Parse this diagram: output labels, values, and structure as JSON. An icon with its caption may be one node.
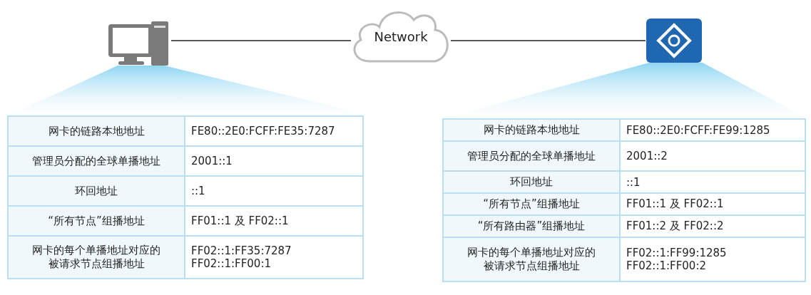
{
  "diagram": {
    "nodes": [
      {
        "text": [],
        "shape": "computer"
      },
      {
        "text": [
          "Network"
        ]
      },
      {
        "text": [],
        "shape": "router"
      },
      {
        "text": [],
        "shape": "beam"
      },
      {
        "text": [],
        "shape": "beam"
      }
    ],
    "edges": [
      {
        "from": 0,
        "to": 1,
        "arrow": "none"
      },
      {
        "from": 1,
        "to": 2,
        "arrow": "none"
      }
    ],
    "labels": [
      "网卡的链路本地地址",
      "FE80::2E0:FCFF:FE35:7287",
      "管理员分配的全球单播地址",
      "2001::1",
      "环回地址",
      "::1",
      "“所有节点”组播地址",
      "FF01::1 及 FF02::1",
      "网卡的每个单播地址对应的被请求节点组播地址",
      "FF02::1:FF35:7287 FF02::1:FF00:1",
      "网卡的链路本地地址",
      "FE80::2E0:FCFF:FE99:1285",
      "管理员分配的全球单播地址",
      "2001::2",
      "环回地址",
      "::1",
      "“所有节点”组播地址",
      "FF01::1 及 FF02::1",
      "“所有路由器”组播地址",
      "FF01::2 及 FF02::2",
      "网卡的每个单播地址对应的被请求节点组播地址",
      "FF02::1:FF99:1285 FF02::1:FF00:2"
    ]
  }
}
